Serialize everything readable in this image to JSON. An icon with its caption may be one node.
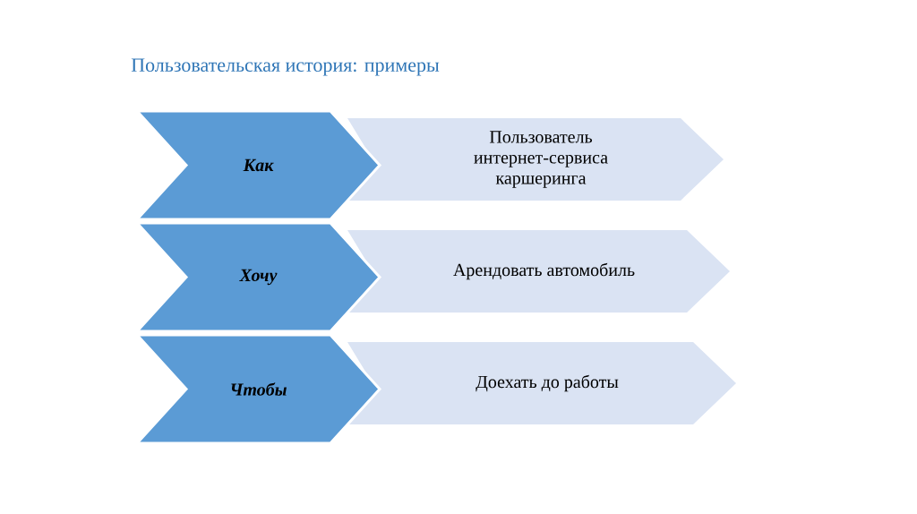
{
  "diagram": {
    "title": "Пользовательская история: примеры",
    "nodes": [
      {
        "text": [
          "Как"
        ]
      },
      {
        "text": [
          "Пользователь интернет-сервиса каршеринга"
        ]
      },
      {
        "text": [
          "Хочу"
        ]
      },
      {
        "text": [
          "Арендовать автомобиль"
        ]
      },
      {
        "text": [
          "Чтобы"
        ]
      },
      {
        "text": [
          "Доехать до работы"
        ]
      }
    ]
  }
}
